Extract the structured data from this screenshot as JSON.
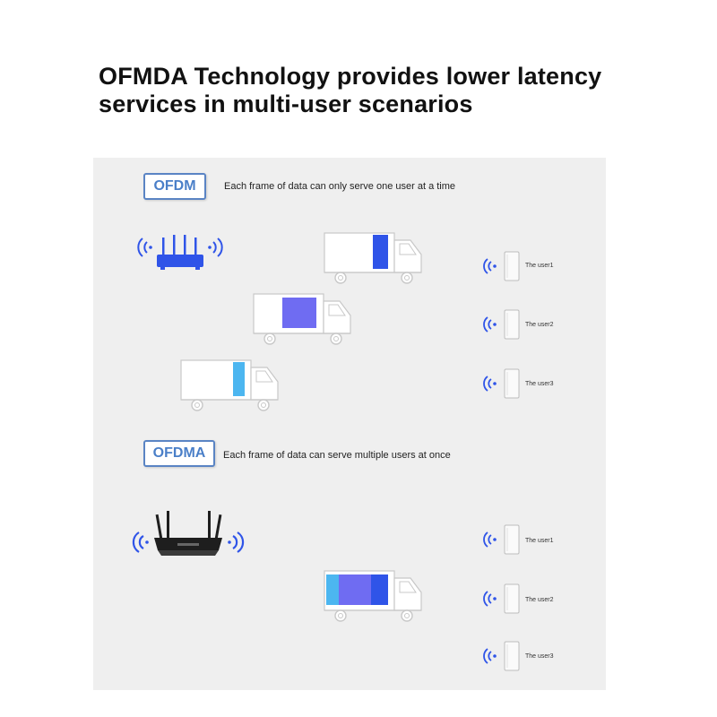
{
  "header": {
    "title_line1": "OFMDA Technology provides lower latency",
    "title_line2": "services in multi-user scenarios"
  },
  "ofdm": {
    "tag": "OFDM",
    "description": "Each frame of data can only serve one user at a time",
    "users": [
      "The user1",
      "The user2",
      "The user3"
    ]
  },
  "ofdma": {
    "tag": "OFDMA",
    "description": "Each frame of data can serve multiple users at once",
    "users": [
      "The user1",
      "The user2",
      "The user3"
    ]
  },
  "colors": {
    "blue": "#2f54e8",
    "purple": "#6f6cf2",
    "cyan": "#4cb6f0",
    "router_blue": "#2f54e8",
    "router_black": "#1e1e1e"
  }
}
